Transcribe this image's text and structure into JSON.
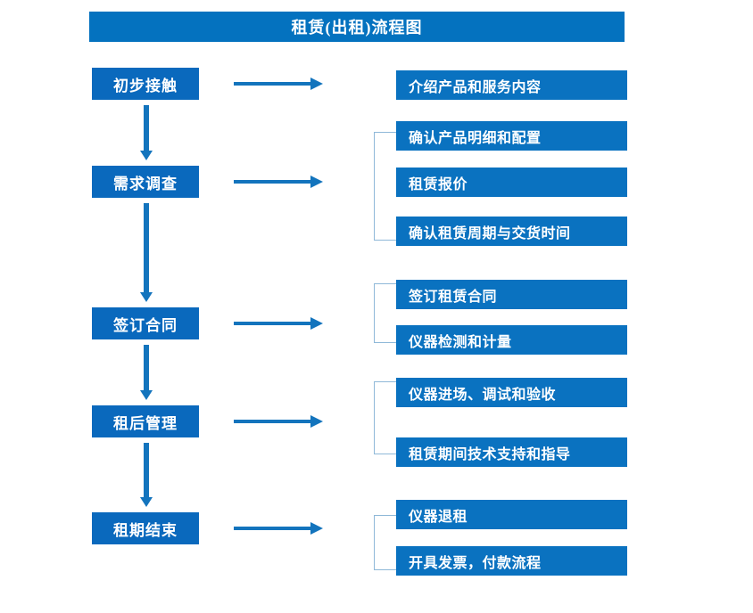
{
  "title": "租赁(出租)流程图",
  "colors": {
    "title_bar": "#0472bf",
    "stage_box": "#0a69bd",
    "detail_box": "#0a72c0",
    "arrow": "#1374bd",
    "bracket": "#8fb8d8",
    "text": "#ffffff",
    "background": "#ffffff"
  },
  "stages": [
    {
      "label": "初步接触"
    },
    {
      "label": "需求调查"
    },
    {
      "label": "签订合同"
    },
    {
      "label": "租后管理"
    },
    {
      "label": "租期结束"
    }
  ],
  "details": [
    {
      "label": "介绍产品和服务内容"
    },
    {
      "label": "确认产品明细和配置"
    },
    {
      "label": "租赁报价"
    },
    {
      "label": "确认租赁周期与交货时间"
    },
    {
      "label": "签订租赁合同"
    },
    {
      "label": "仪器检测和计量"
    },
    {
      "label": "仪器进场、调试和验收"
    },
    {
      "label": "租赁期间技术支持和指导"
    },
    {
      "label": "仪器退租"
    },
    {
      "label": "开具发票，付款流程"
    }
  ],
  "groups": [
    {
      "stage": "初步接触",
      "details": [
        "介绍产品和服务内容"
      ]
    },
    {
      "stage": "需求调查",
      "details": [
        "确认产品明细和配置",
        "租赁报价",
        "确认租赁周期与交货时间"
      ]
    },
    {
      "stage": "签订合同",
      "details": [
        "签订租赁合同",
        "仪器检测和计量"
      ]
    },
    {
      "stage": "租后管理",
      "details": [
        "仪器进场、调试和验收",
        "租赁期间技术支持和指导"
      ]
    },
    {
      "stage": "租期结束",
      "details": [
        "仪器退租",
        "开具发票，付款流程"
      ]
    }
  ]
}
